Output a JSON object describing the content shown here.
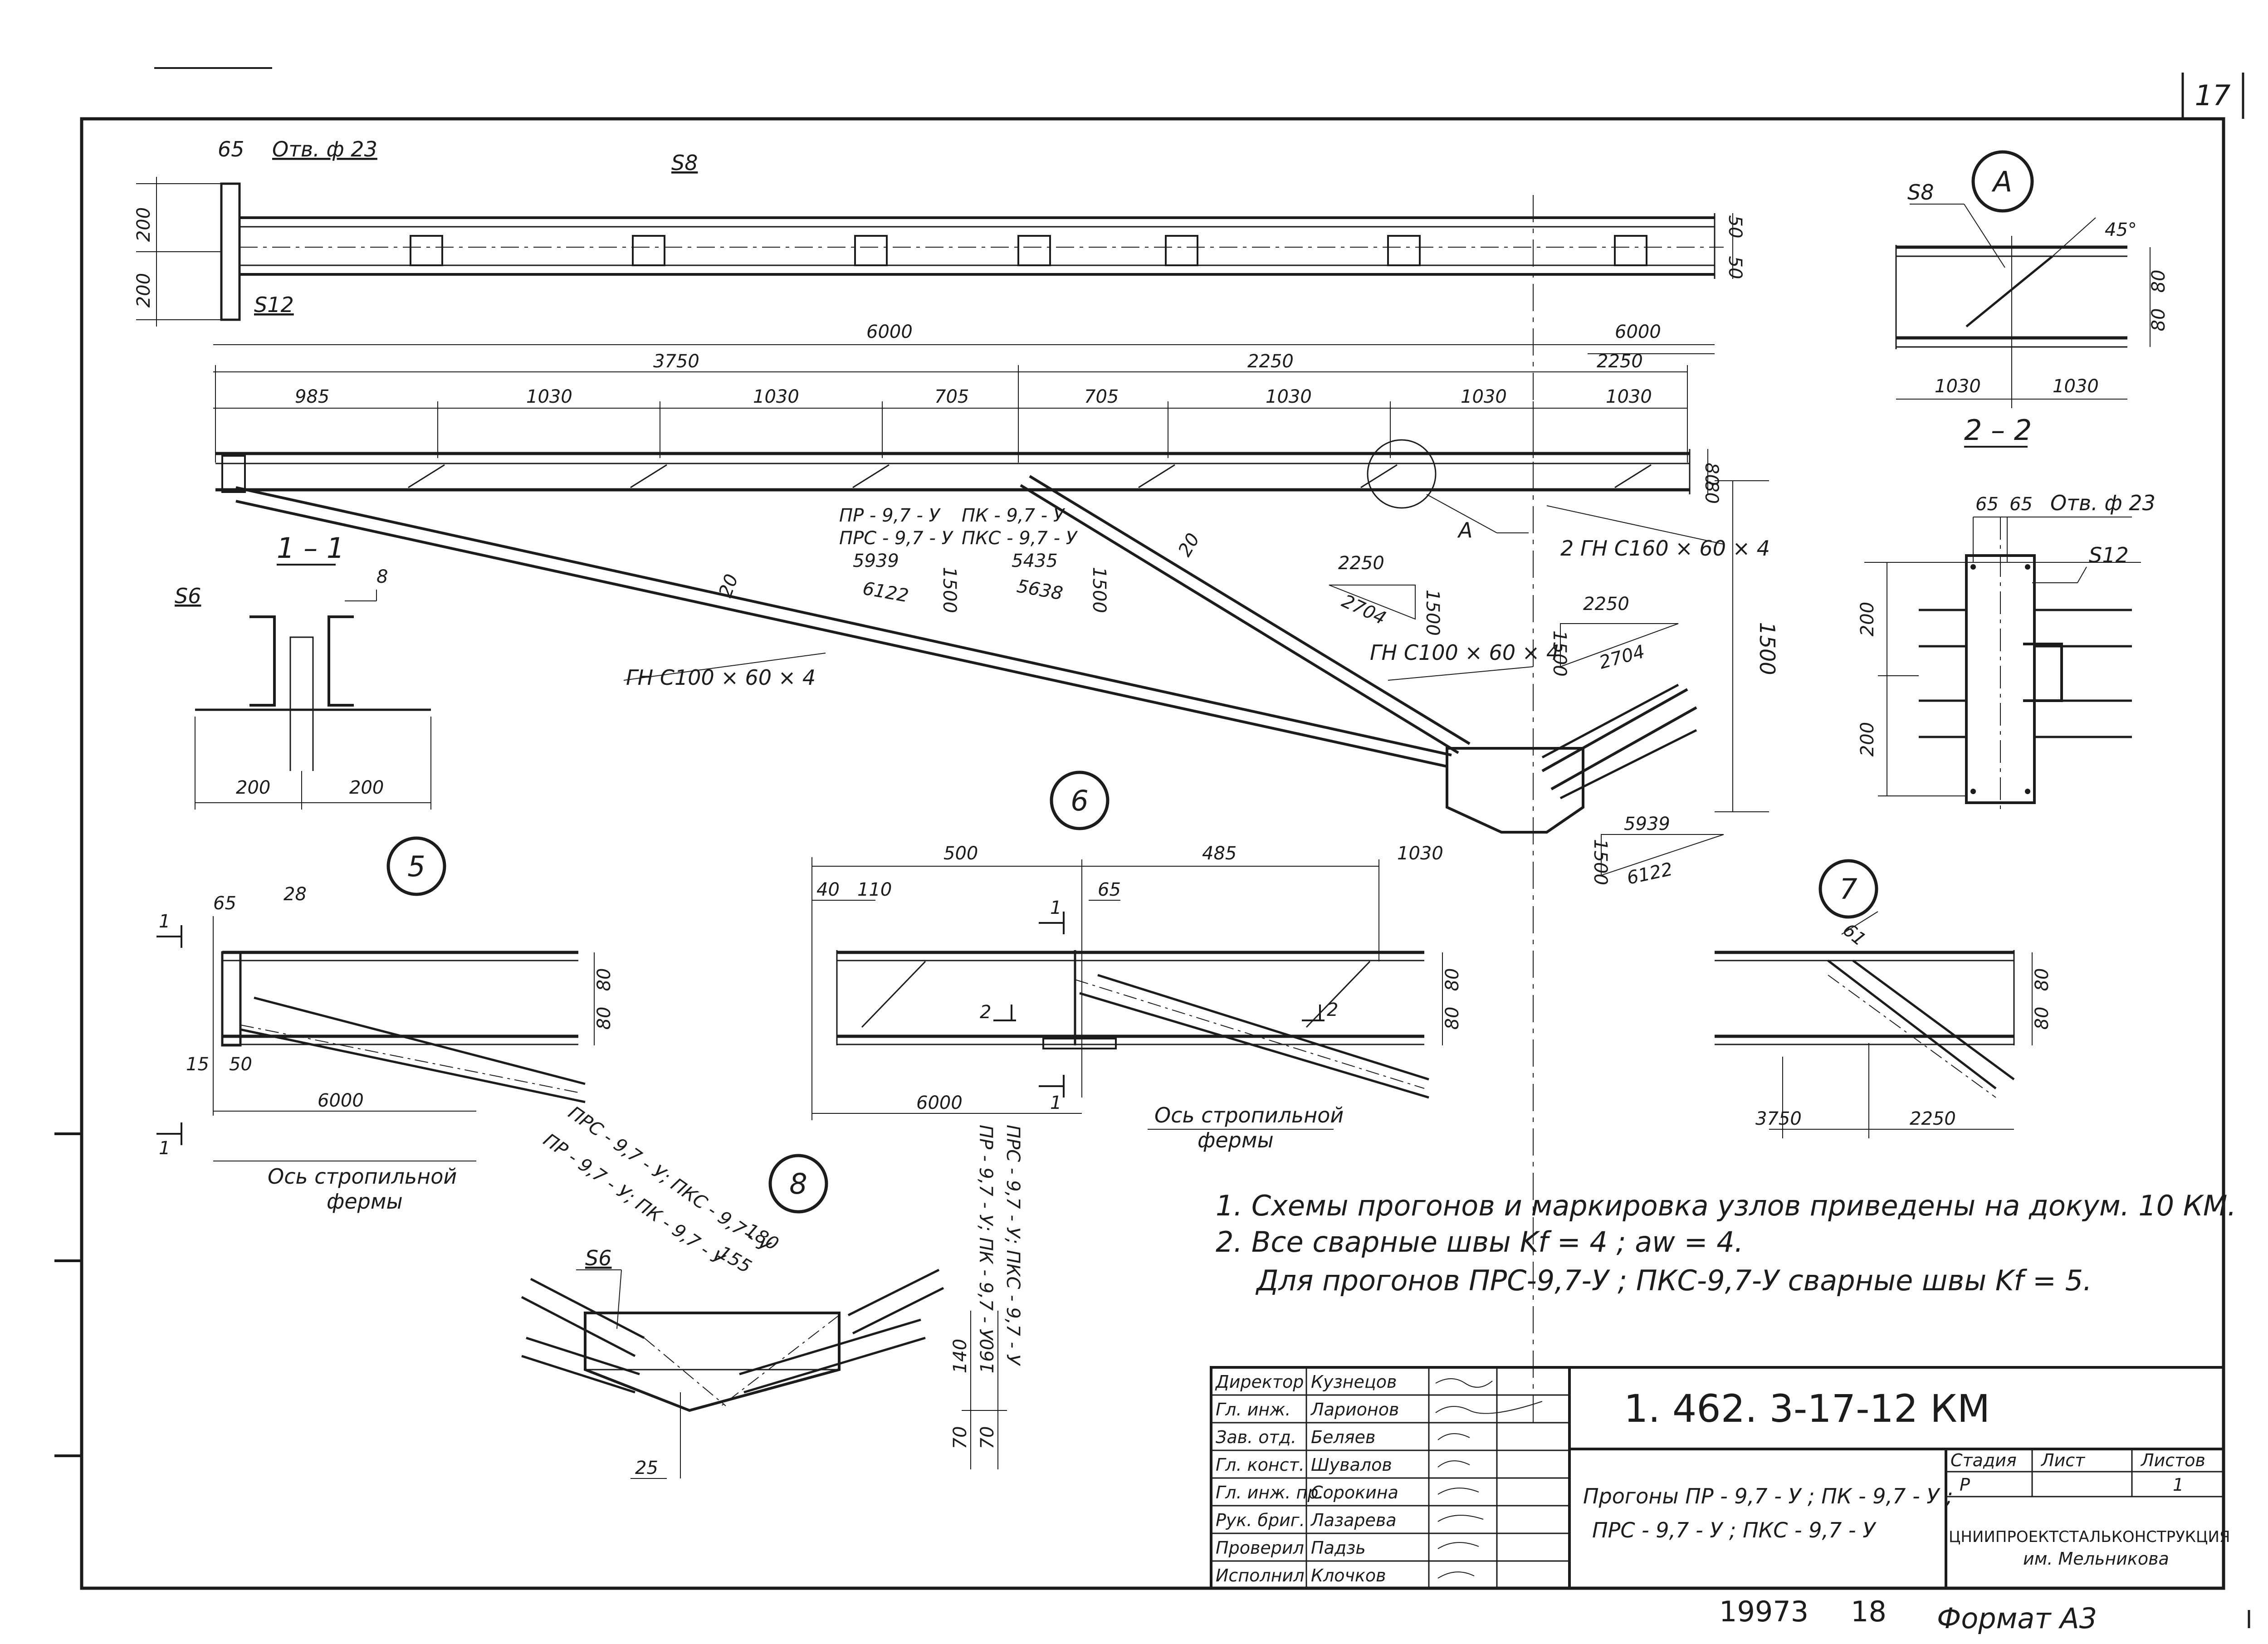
{
  "sheet": {
    "number": "17",
    "format": "Формат А3"
  },
  "bottom_numbers": [
    "19973",
    "18"
  ],
  "top_view": {
    "hole_label": "Отв. ф 23",
    "plate_top": "S8",
    "plate_bottom": "S12",
    "dim_65": "65",
    "dim_left": [
      "200",
      "200"
    ],
    "dim_right": [
      "50",
      "50"
    ],
    "dim_total": "6000",
    "dim_right_total": "6000"
  },
  "main_elevation": {
    "dim_row1": [
      "3750",
      "2250",
      "2250"
    ],
    "dim_row2": [
      "985",
      "1030",
      "1030",
      "705",
      "705",
      "1030",
      "1030",
      "1030"
    ],
    "dim_right": [
      "80",
      "80"
    ],
    "height": "1500",
    "chord_label": "2 ГН С160 × 60 × 4",
    "brace_label_left": "ГН С100 × 60 × 4",
    "brace_label_right": "ГН С100 × 60 × 4",
    "weld_20": "20",
    "node_a": "А",
    "mark_group_1": [
      "ПР - 9,7 - У",
      "ПРС - 9,7 - У"
    ],
    "mark_group_2": [
      "ПК - 9,7 - У",
      "ПКС - 9,7 - У"
    ],
    "slope_1": {
      "a": "5939",
      "b": "6122",
      "h": "1500"
    },
    "slope_2": {
      "a": "5435",
      "b": "5638",
      "h": "1500"
    },
    "slope_3": {
      "a": "2250",
      "b": "2704",
      "h": "1500"
    },
    "slope_4": {
      "a": "2250",
      "b": "2704",
      "h": "1500"
    },
    "slope_5": {
      "a": "5939",
      "b": "6122",
      "h": "1500"
    }
  },
  "section_1_1": {
    "title": "1 – 1",
    "plate": "S6",
    "weld": "8",
    "dims": [
      "200",
      "200"
    ]
  },
  "detail_a": {
    "mark": "А",
    "plate": "S8",
    "angle": "45°",
    "dims": [
      "1030",
      "1030"
    ],
    "dim_right": [
      "80",
      "80"
    ]
  },
  "section_2_2": {
    "title": "2 – 2",
    "hole_label": "Отв. ф 23",
    "plate": "S12",
    "top_dims": [
      "65",
      "65"
    ],
    "dims": [
      "200",
      "200"
    ]
  },
  "node_5": {
    "mark": "5",
    "dims": [
      "65",
      "28",
      "15",
      "50",
      "6000"
    ],
    "dim_right": [
      "80",
      "80"
    ],
    "cut": "1",
    "axis_label": [
      "Ось стропильной",
      "фермы"
    ]
  },
  "node_6": {
    "mark": "6",
    "dims_top": [
      "500",
      "485",
      "1030"
    ],
    "dims_small": [
      "40",
      "110",
      "65"
    ],
    "dim_bottom": "6000",
    "dim_right": [
      "80",
      "80"
    ],
    "cut": "1",
    "section_mark": "2",
    "axis_label": [
      "Ось стропильной",
      "фермы"
    ]
  },
  "node_7": {
    "mark": "7",
    "dim_diag": "61",
    "dims": [
      "3750",
      "2250"
    ],
    "dim_right": [
      "80",
      "80"
    ]
  },
  "node_8": {
    "mark": "8",
    "labels": [
      "ПРС - 9,7 - У; ПКС - 9,7 - У",
      "ПР - 9,7 - У; ПК - 9,7 - У"
    ],
    "vertical_labels": [
      "ПР - 9,7 - У; ПК - 9,7 - У",
      "ПРС - 9,7 - У; ПКС - 9,7 - У"
    ],
    "plate": "S6",
    "dims": [
      "180",
      "155",
      "25"
    ],
    "dims_v1": [
      "140",
      "70"
    ],
    "dims_v2": [
      "160",
      "70"
    ]
  },
  "notes": [
    "1.  Схемы прогонов  и маркировка  узлов приведены на докум.  10 КМ.",
    "2.  Все сварные швы  Kf = 4 ; aw = 4.",
    "Для прогонов  ПРС-9,7-У ; ПКС-9,7-У сварные швы  Kf = 5."
  ],
  "title_block": {
    "code": "1. 462. 3-17-12 КМ",
    "title_lines": [
      "Прогоны  ПР - 9,7 - У ; ПК - 9,7 - У ;",
      "ПРС - 9,7 - У  ;  ПКС - 9,7 - У"
    ],
    "stage_header": [
      "Стадия",
      "Лист",
      "Листов"
    ],
    "stage_values": [
      "Р",
      "",
      "1"
    ],
    "org": [
      "ЦНИИПРОЕКТСТАЛЬКОНСТРУКЦИЯ",
      "им. Мельникова"
    ],
    "staff": [
      {
        "role": "Директор",
        "name": "Кузнецов"
      },
      {
        "role": "Гл. инж.",
        "name": "Ларионов"
      },
      {
        "role": "Зав. отд.",
        "name": "Беляев"
      },
      {
        "role": "Гл. конст.",
        "name": "Шувалов"
      },
      {
        "role": "Гл. инж. пр.",
        "name": "Сорокина"
      },
      {
        "role": "Рук. бриг.",
        "name": "Лазарева"
      },
      {
        "role": "Проверил",
        "name": "Падзь"
      },
      {
        "role": "Исполнил",
        "name": "Клочков"
      }
    ]
  }
}
